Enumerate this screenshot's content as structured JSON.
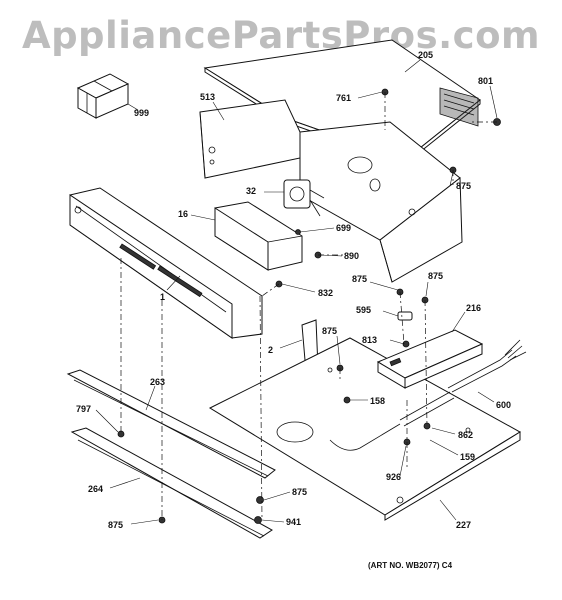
{
  "watermark": "AppliancePartsPros.com",
  "art_number": "(ART NO. WB2077) C4",
  "parts": [
    {
      "id": "999"
    },
    {
      "id": "513"
    },
    {
      "id": "205"
    },
    {
      "id": "801"
    },
    {
      "id": "761"
    },
    {
      "id": "32"
    },
    {
      "id": "16"
    },
    {
      "id": "699"
    },
    {
      "id": "890"
    },
    {
      "id": "875a"
    },
    {
      "id": "875b"
    },
    {
      "id": "875c"
    },
    {
      "id": "1"
    },
    {
      "id": "832"
    },
    {
      "id": "595"
    },
    {
      "id": "216"
    },
    {
      "id": "2"
    },
    {
      "id": "875d"
    },
    {
      "id": "813"
    },
    {
      "id": "600"
    },
    {
      "id": "263"
    },
    {
      "id": "158"
    },
    {
      "id": "797"
    },
    {
      "id": "862"
    },
    {
      "id": "159"
    },
    {
      "id": "926"
    },
    {
      "id": "264"
    },
    {
      "id": "875e"
    },
    {
      "id": "941"
    },
    {
      "id": "227"
    },
    {
      "id": "875f"
    }
  ],
  "labels": {
    "999": "999",
    "513": "513",
    "205": "205",
    "801": "801",
    "761": "761",
    "32": "32",
    "16": "16",
    "699": "699",
    "890": "890",
    "875a": "875",
    "875b": "875",
    "875c": "875",
    "1": "1",
    "832": "832",
    "595": "595",
    "216": "216",
    "2": "2",
    "875d": "875",
    "813": "813",
    "600": "600",
    "263": "263",
    "158": "158",
    "797": "797",
    "862": "862",
    "159": "159",
    "926": "926",
    "264": "264",
    "875e": "875",
    "941": "941",
    "227": "227",
    "875f": "875"
  }
}
